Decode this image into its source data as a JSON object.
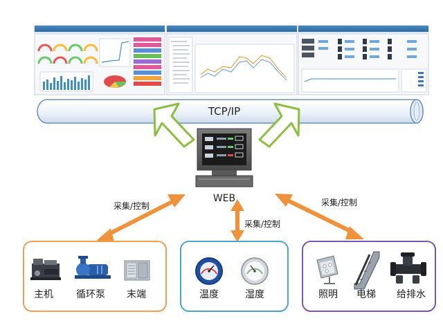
{
  "network": {
    "label": "TCP/IP"
  },
  "server": {
    "label": "WEB"
  },
  "links": {
    "left": "采集/控制",
    "center": "采集/控制",
    "right": "采集/控制"
  },
  "groups": [
    {
      "items": [
        {
          "label": "主机",
          "icon": "chiller-icon"
        },
        {
          "label": "循环泵",
          "icon": "pump-icon"
        },
        {
          "label": "末端",
          "icon": "air-handler-icon"
        }
      ]
    },
    {
      "items": [
        {
          "label": "温度",
          "icon": "thermometer-gauge-icon"
        },
        {
          "label": "湿度",
          "icon": "hygrometer-icon"
        }
      ]
    },
    {
      "items": [
        {
          "label": "照明",
          "icon": "light-fixture-icon"
        },
        {
          "label": "电梯",
          "icon": "escalator-icon"
        },
        {
          "label": "给排水",
          "icon": "pipe-fittings-icon"
        }
      ]
    }
  ],
  "colors": {
    "arrow_orange": "#f0923a",
    "hollow_arrow_green": "#8cbf3f",
    "group_left_border": "#f0a050",
    "group_middle_border": "#4aa6c8",
    "group_right_border": "#7a56b0",
    "pipe_border": "#6a8fb8"
  }
}
